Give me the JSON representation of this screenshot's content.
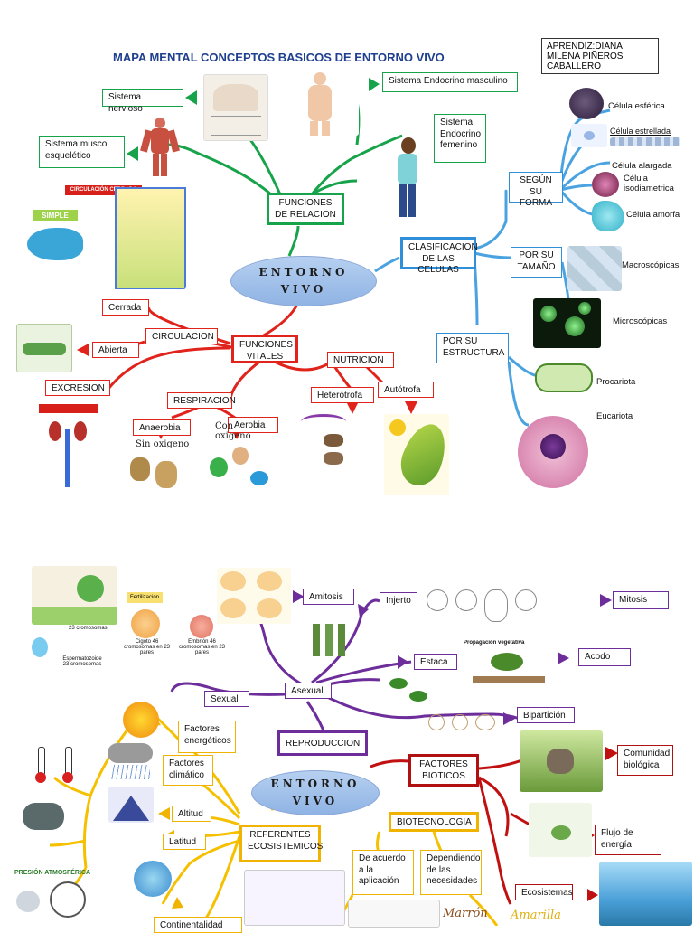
{
  "header": {
    "title": "MAPA MENTAL  CONCEPTOS BASICOS DE ENTORNO VIVO",
    "author": "APRENDIZ:DIANA MILENA PIÑEROS CABALLERO"
  },
  "map1": {
    "center": [
      "ENTORNO",
      "VIVO"
    ],
    "funciones_relacion": "FUNCIONES DE RELACION",
    "sistema_nervioso": "Sistema nervioso",
    "sistema_musco": "Sistema musco esquelético",
    "endocrino_masculino": "Sistema Endocrino masculino",
    "endocrino_femenino": "Sistema Endocrino femenino",
    "clasificacion": "CLASIFICACION DE LAS CELULAS",
    "segun_forma": "SEGÚN SU FORMA",
    "por_tamano": "POR SU TAMAÑO",
    "por_estructura": "POR SU ESTRUCTURA",
    "celulas": {
      "esferica": "Célula esférica",
      "estrellada": "Célula estrellada",
      "alargada": "Célula alargada",
      "isodiametrica": "Célula isodiametrica",
      "amorfa": "Célula amorfa"
    },
    "macroscopicas": "Macroscópicas",
    "microscopicas": "Microscópicas",
    "procariota": "Procariota",
    "eucariota": "Eucariota",
    "funciones_vitales": "FUNCIONES VITALES",
    "circulacion": "CIRCULACION",
    "cerrada": "Cerrada",
    "abierta": "Abierta",
    "excresion": "EXCRESION",
    "respiracion": "RESPIRACION",
    "anaerobia": "Anaerobia",
    "aerobia": "Aerobia",
    "nutricion": "NUTRICION",
    "heterotrofa": "Heterótrofa",
    "autotrofa": "Autótrofa",
    "circulacion_cerrada_img": "CIRCULACIÓN CERRADA",
    "simple": "SIMPLE",
    "sin_oxigeno": "Sin oxigeno",
    "con_oxigeno": "Con oxigeno"
  },
  "map2": {
    "center": [
      "ENTORNO",
      "VIVO"
    ],
    "reproduccion": "REPRODUCCION",
    "sexual": "Sexual",
    "asexual": "Asexual",
    "amitosis": "Amitosis",
    "injerto": "Injerto",
    "mitosis": "Mitosis",
    "estaca": "Estaca",
    "acodo": "Acodo",
    "biparticion": "Bipartición",
    "factores_bioticos": "FACTORES BIOTICOS",
    "comunidad": "Comunidad biológica",
    "flujo": "Flujo de energía",
    "ecosistemas": "Ecosistemas",
    "biotecnologia": "BIOTECNOLOGIA",
    "aplicacion": "De acuerdo a la aplicación",
    "necesidades": "Dependiendo de las necesidades",
    "referentes": "REFERENTES ECOSISTEMICOS",
    "energeticos": "Factores energéticos",
    "climatico": "Factores climático",
    "altitud": "Altitud",
    "latitud": "Latitud",
    "continentalidad": "Continentalidad",
    "presion": "PRESIÓN ATMOSFÉRICA",
    "fertilizacion": "Fertilización",
    "cromosomas23": "23 cromosomas",
    "cigoto": "Cigoto 46 cromosomas en 23 pares",
    "embrion": "Embrión 46 cromosomas en 23 pares",
    "esperma": "Espermatozoide 23 cromosomas",
    "propagacion": "Propagación vegetativa",
    "marron": "Marrón",
    "amarilla": "Amarilla"
  },
  "colors": {
    "red": "#e0241b",
    "green": "#17a34a",
    "blue": "#2f8fd8",
    "purple": "#6d2d9a",
    "darkred": "#b01010",
    "gold": "#f0b400",
    "title": "#1f3f8f"
  }
}
